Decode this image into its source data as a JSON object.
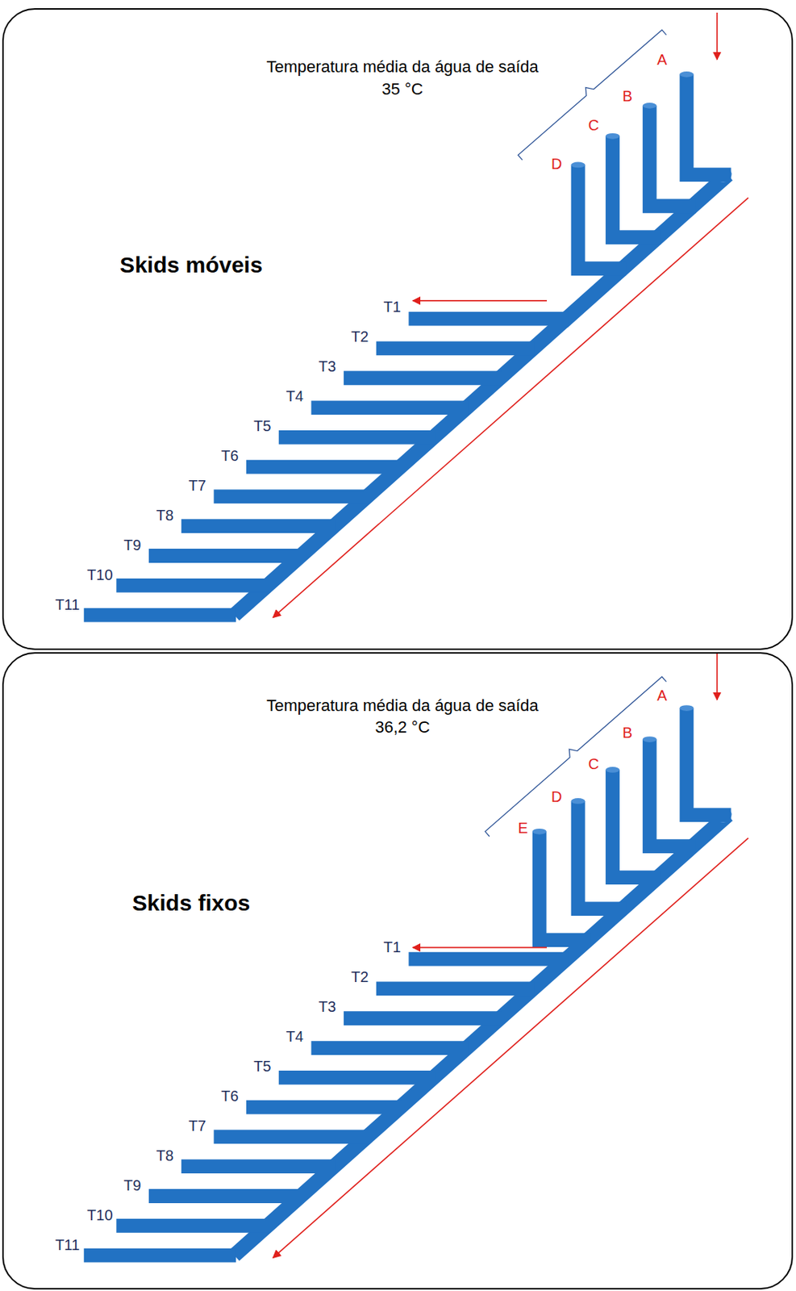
{
  "diagram": {
    "nodes": [
      {
        "text": [
          "Temperatura média da água de saída",
          "35 °C",
          "Skids móveis"
        ]
      },
      {
        "text": [
          "Temperatura média da água de saída",
          "36,2 °C",
          "Skids fixos"
        ]
      }
    ],
    "labels": [
      "A",
      "B",
      "C",
      "D",
      "T1",
      "T2",
      "T3",
      "T4",
      "T5",
      "T6",
      "T7",
      "T8",
      "T9",
      "T10",
      "T11",
      "A",
      "B",
      "C",
      "D",
      "E",
      "T1",
      "T2",
      "T3",
      "T4",
      "T5",
      "T6",
      "T7",
      "T8",
      "T9",
      "T10",
      "T11"
    ]
  }
}
